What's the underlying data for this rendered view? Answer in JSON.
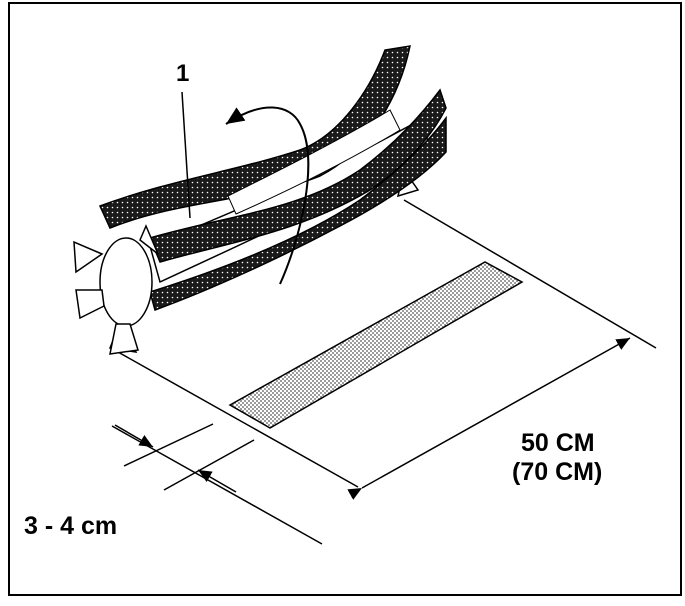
{
  "labels": {
    "callout_number": "1",
    "width_primary": "50 CM",
    "width_alternate": "(70 CM)",
    "height_setting": "3 - 4 cm"
  },
  "colors": {
    "line": "#000000",
    "background": "#ffffff",
    "bristle_fill": "#1a1a1a",
    "contact_patch": "#9a9a9a"
  },
  "icons": {
    "brush_roller": "brush-roller-illustration",
    "rotation": "rotation-arrow-icon"
  }
}
